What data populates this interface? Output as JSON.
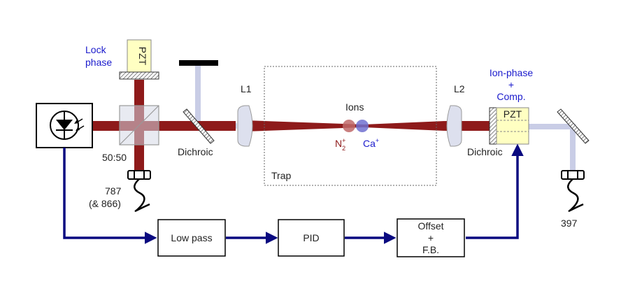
{
  "colors": {
    "beam_red": "#8e1a1a",
    "beam_blue": "#c9cde6",
    "wire": "#0a0a80",
    "pzt_fill": "#ffffc2",
    "label_blue": "#1a1acc",
    "ion_n2": "#c06868",
    "ion_ca": "#7070d0"
  },
  "labels": {
    "lock_phase_1": "Lock",
    "lock_phase_2": "phase",
    "pzt_left": "PZT",
    "pzt_right": "PZT",
    "splitter": "50:50",
    "dichroic_left": "Dichroic",
    "dichroic_right": "Dichroic",
    "l1": "L1",
    "l2": "L2",
    "ions": "Ions",
    "n2": "N",
    "n2_sub": "2",
    "n2_sup": "+",
    "ca": "Ca",
    "ca_sup": "+",
    "trap": "Trap",
    "laser_787_1": "787",
    "laser_787_2": "(& 866)",
    "laser_397": "397",
    "ion_phase_1": "Ion-phase",
    "ion_phase_2": "+",
    "ion_phase_3": "Comp."
  },
  "boxes": {
    "low_pass": "Low pass",
    "pid": "PID",
    "offset_1": "Offset",
    "offset_2": "+",
    "offset_3": "F.B."
  },
  "icons": {
    "photodiode": "photodiode-icon",
    "fiber": "fiber-connector-icon"
  }
}
